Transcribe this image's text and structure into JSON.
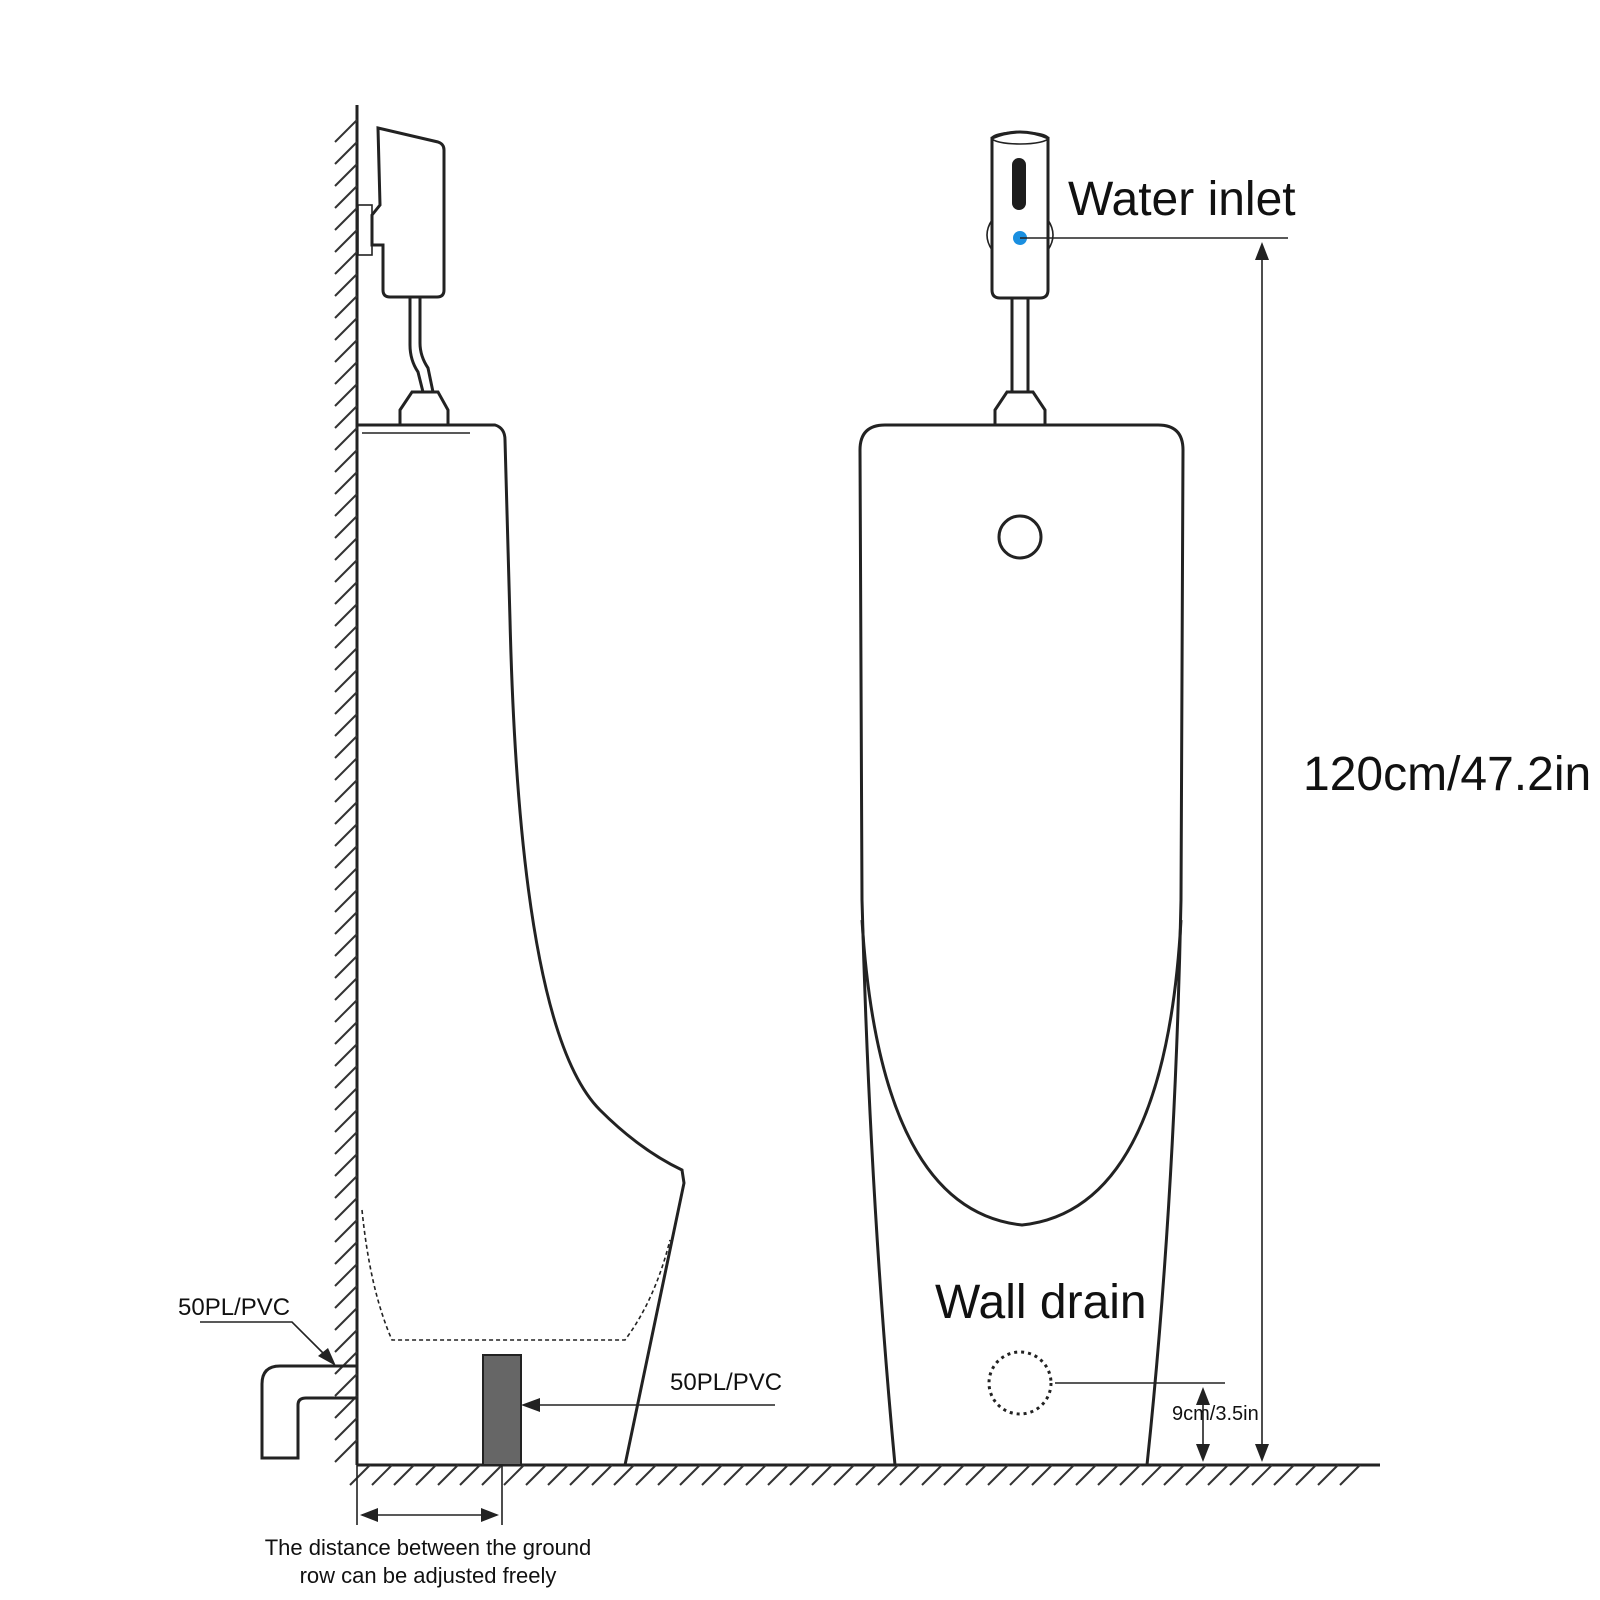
{
  "labels": {
    "water_inlet": "Water inlet",
    "height": "120cm/47.2in",
    "wall_drain": "Wall drain",
    "drain_height": "9cm/3.5in",
    "pipe_side": "50PL/PVC",
    "pipe_floor": "50PL/PVC",
    "note_line1": "The distance between the ground",
    "note_line2": "row can be adjusted freely"
  },
  "colors": {
    "sensor_dot": "#1a8fe0",
    "floor_pipe": "#666666",
    "line": "#222222"
  }
}
